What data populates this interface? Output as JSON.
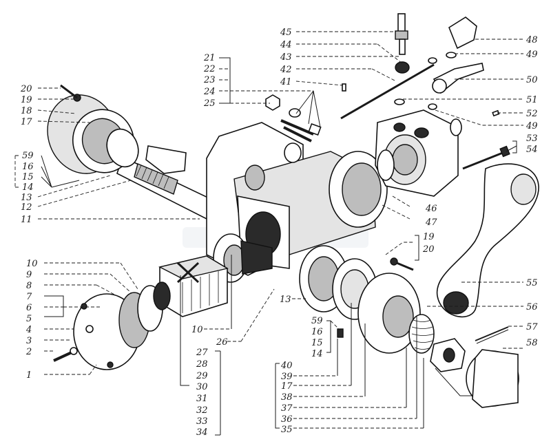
{
  "labels": {
    "l1": "1",
    "l2": "2",
    "l3": "3",
    "l4": "4",
    "l5": "5",
    "l6": "6",
    "l7": "7",
    "l8": "8",
    "l9": "9",
    "l10": "10",
    "l10b": "10",
    "l11": "11",
    "l12": "12",
    "l13": "13",
    "l13b": "13",
    "l14": "14",
    "l14b": "14",
    "l15": "15",
    "l15b": "15",
    "l16": "16",
    "l16b": "16",
    "l17": "17",
    "l17b": "17",
    "l18": "18",
    "l19": "19",
    "l19b": "19",
    "l20": "20",
    "l20b": "20",
    "l21": "21",
    "l22": "22",
    "l23": "23",
    "l24": "24",
    "l25": "25",
    "l26": "26",
    "l27": "27",
    "l28": "28",
    "l29": "29",
    "l30": "30",
    "l31": "31",
    "l32": "32",
    "l33": "33",
    "l34": "34",
    "l35": "35",
    "l36": "36",
    "l37": "37",
    "l38": "38",
    "l39": "39",
    "l40": "40",
    "l41": "41",
    "l42": "42",
    "l43": "43",
    "l44": "44",
    "l45": "45",
    "l46": "46",
    "l47": "47",
    "l48": "48",
    "l49": "49",
    "l49b": "49",
    "l50": "50",
    "l51": "51",
    "l52": "52",
    "l53": "53",
    "l54": "54",
    "l55": "55",
    "l56": "56",
    "l57": "57",
    "l58": "58",
    "l59": "59",
    "l59b": "59"
  }
}
